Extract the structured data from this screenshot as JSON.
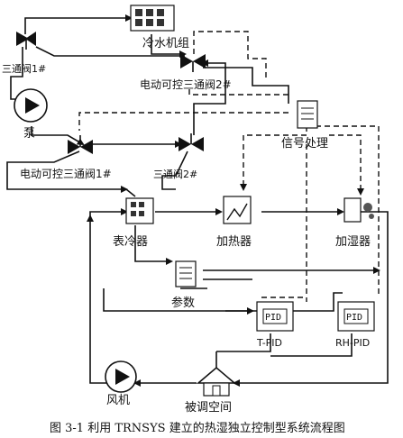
{
  "labels": {
    "chiller": "冷水机组",
    "three_way_valve_1": "三通阀1#",
    "pump": "泵",
    "motorized_valve_2": "电动可控三通阀2#",
    "signal_processing": "信号处理",
    "motorized_valve_1": "电动可控三通阀1#",
    "three_way_valve_2": "三通阀2#",
    "surface_cooler": "表冷器",
    "heater": "加热器",
    "humidifier": "加湿器",
    "parameters": "参数",
    "t_pid": "T-PID",
    "rh_pid": "RH-PID",
    "fan": "风机",
    "conditioned_space": "被调空间",
    "pid_text": "PID"
  },
  "caption": "图 3-1  利用 TRNSYS 建立的热湿独立控制型系统流程图"
}
